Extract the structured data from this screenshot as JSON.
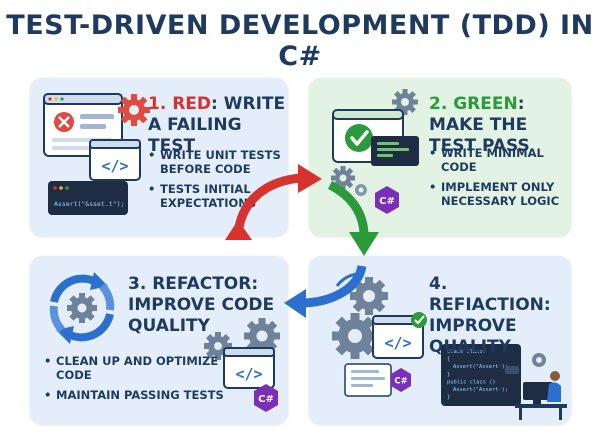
{
  "title": "TEST-DRIVEN DEVELOPMENT (TDD) IN C#",
  "panels": [
    {
      "id": "red",
      "number": "1.",
      "keyword": "RED",
      "title_rest": ": WRITE A FAILING TEST",
      "bullets": [
        "WRITE UNIT TESTS BEFORE CODE",
        "TESTS INITIAL EXPECTATIONS"
      ],
      "code_text": "Assert(\"&sset.t\");"
    },
    {
      "id": "green",
      "number": "2.",
      "keyword": "GREEN",
      "title_rest": ": MAKE THE TEST PASS",
      "bullets": [
        "WRITE MINIMAL CODE",
        "IMPLEMENT ONLY NECESSARY LOGIC"
      ]
    },
    {
      "id": "refactor",
      "title": "3. REFACTOR: IMPROVE CODE QUALITY",
      "bullets": [
        "CLEAN UP AND OPTIMIZE CODE",
        "MAINTAIN PASSING TESTS"
      ]
    },
    {
      "id": "refiaction",
      "title": "4. REFIACTION: IMPROVE QUALITY",
      "code_lines": [
        "class Clasor",
        "{",
        "Assert(\"Assert·);",
        "}",
        "public class ()",
        "Assert(\"Assert·);",
        "}"
      ]
    }
  ],
  "csharp_badge": "C#",
  "colors": {
    "title": "#1f3a5f",
    "red": "#d8322e",
    "green": "#2a9a3a",
    "blue": "#2b6fcf",
    "panel_blue": "#e4eefa",
    "panel_green": "#e3f3e3"
  },
  "icons": [
    "browser-error-icon",
    "gear-icon",
    "code-window-icon",
    "terminal-icon",
    "checkmark-icon",
    "cycle-arrows-icon",
    "developer-at-desk-icon",
    "csharp-logo-icon"
  ]
}
